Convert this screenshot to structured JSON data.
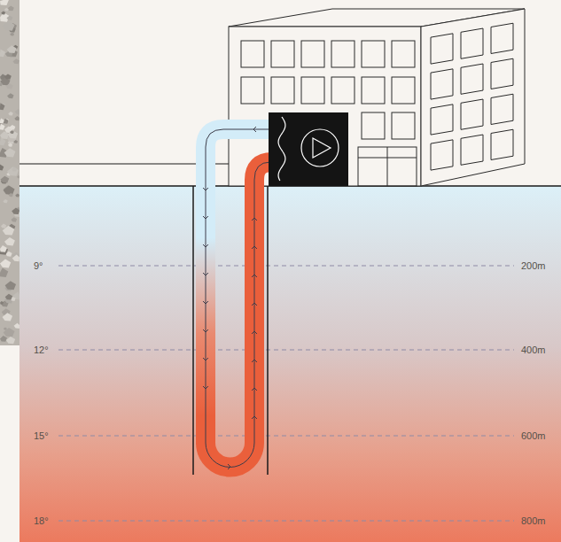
{
  "diagram": {
    "labels": [
      "9°",
      "200m",
      "12°",
      "400m",
      "15°",
      "600m",
      "18°",
      "800m"
    ]
  }
}
